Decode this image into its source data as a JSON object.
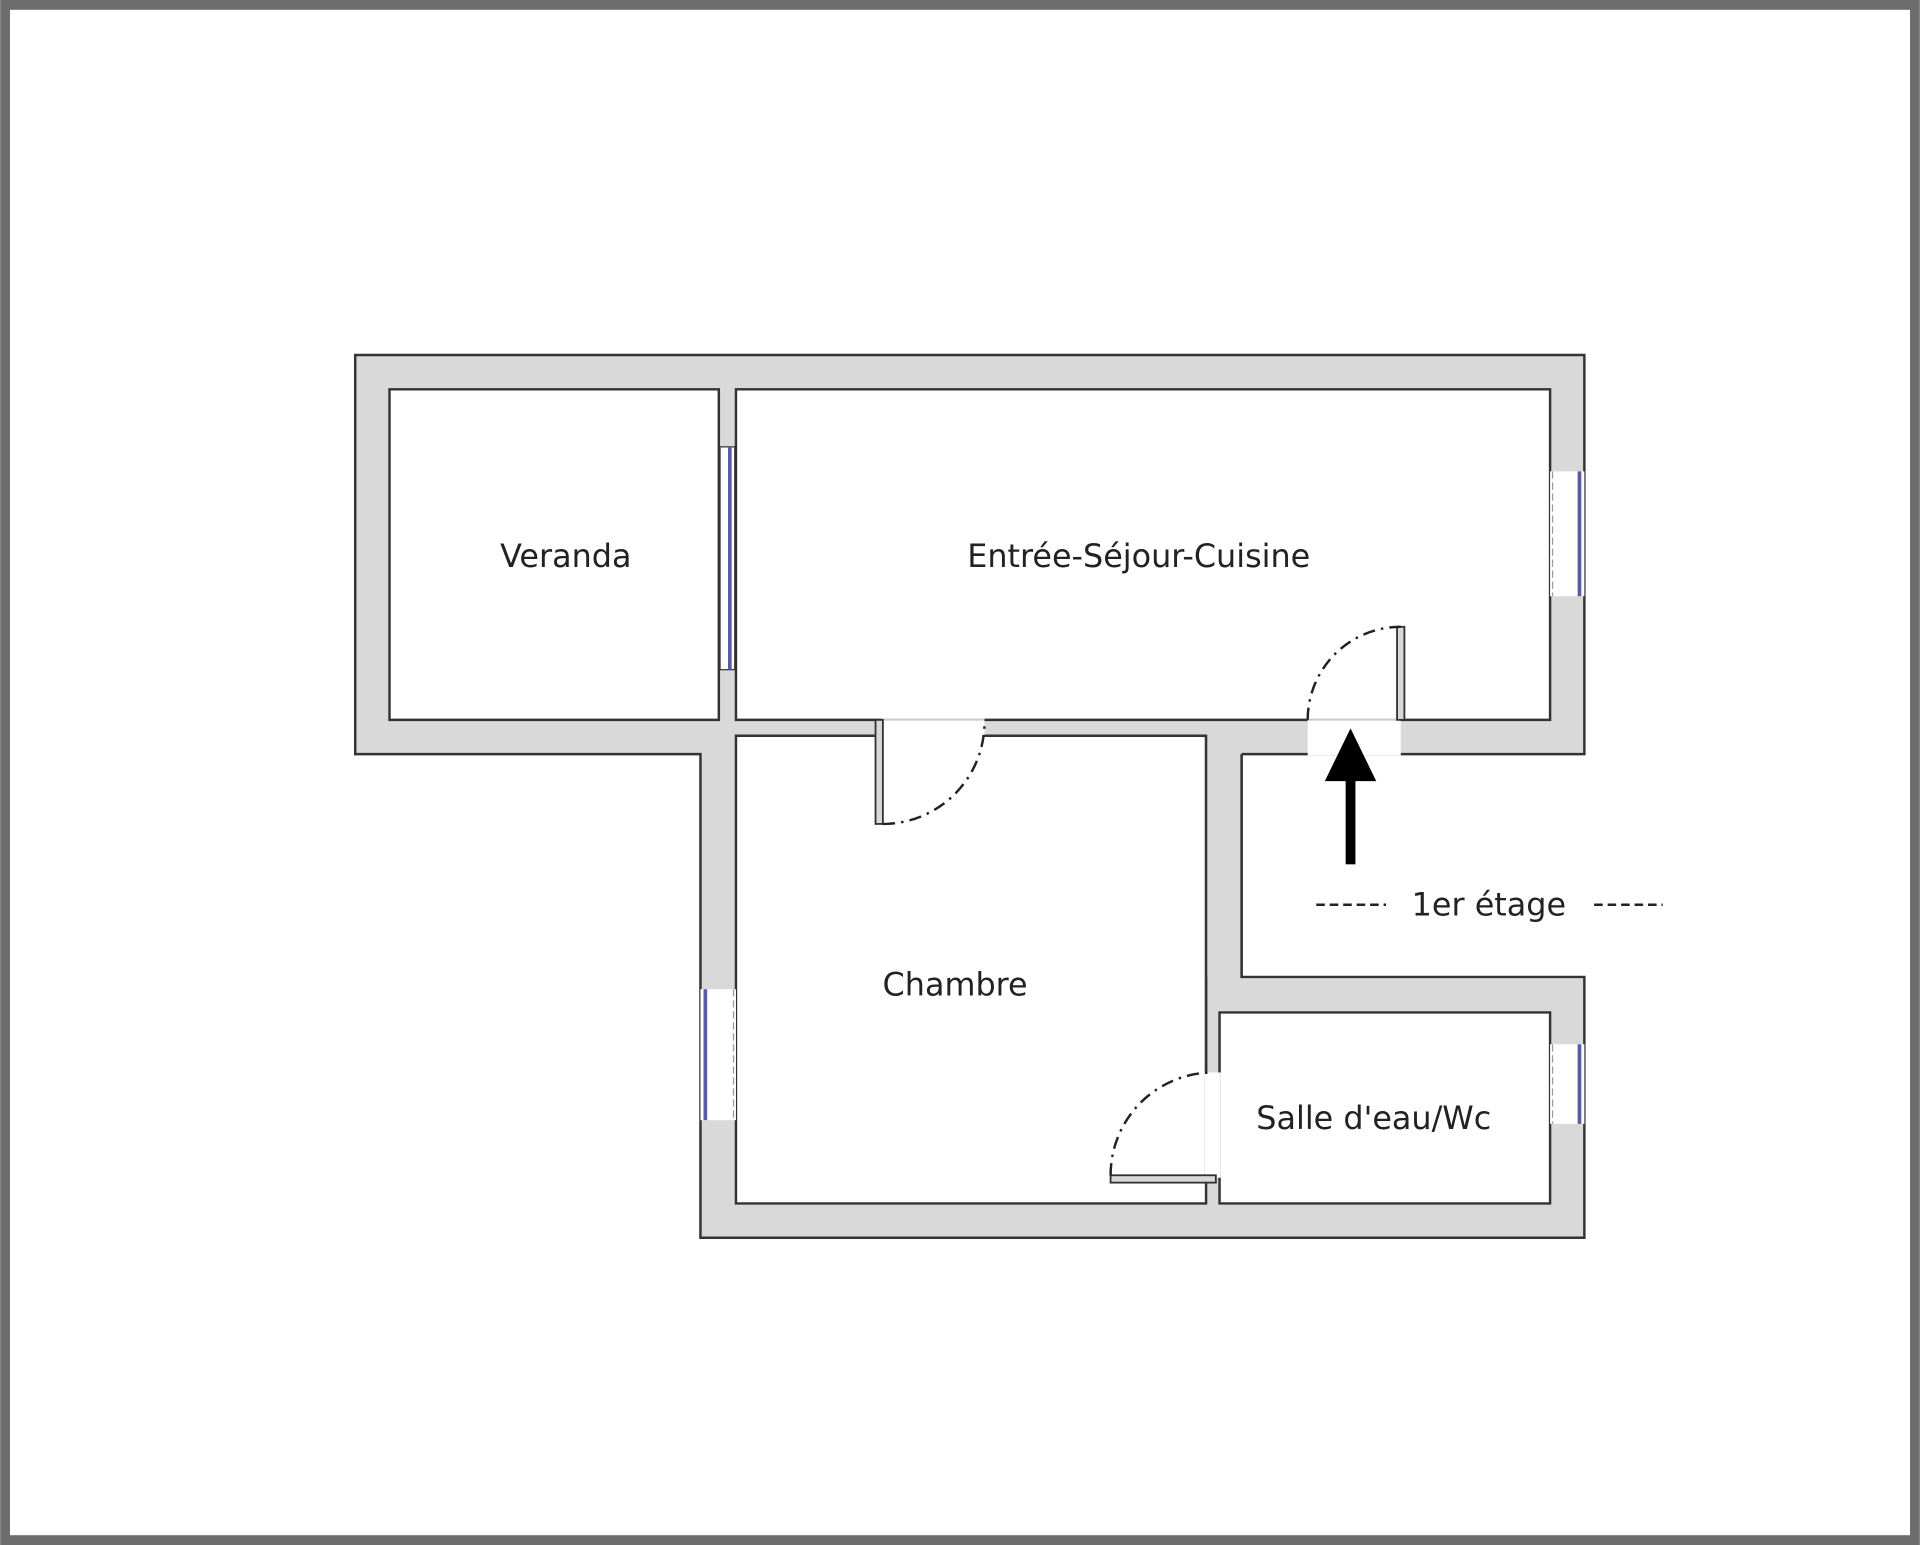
{
  "rooms": {
    "veranda": "Veranda",
    "sejour": "Entrée-Séjour-Cuisine",
    "chambre": "Chambre",
    "salle_eau": "Salle d'eau/Wc"
  },
  "floor_label": "1er étage",
  "colors": {
    "wall": "#d9d9d9",
    "outline": "#333333",
    "window": "#5a5aa8",
    "frame": "#6d6d6d"
  }
}
